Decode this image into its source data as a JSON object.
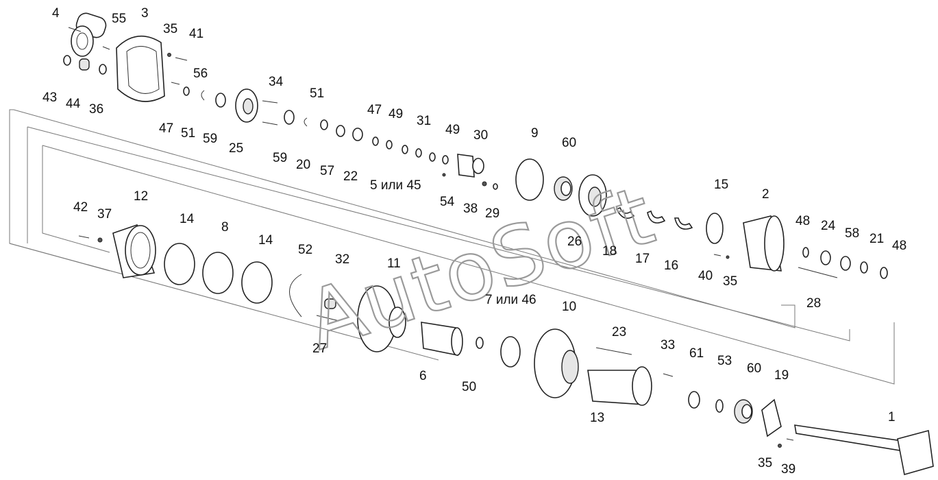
{
  "watermark": {
    "text": "AutoSoft",
    "color": "#9a9a9a"
  },
  "labels": [
    {
      "id": "p4",
      "text": "4"
    },
    {
      "id": "p55",
      "text": "55"
    },
    {
      "id": "p3",
      "text": "3"
    },
    {
      "id": "p35a",
      "text": "35"
    },
    {
      "id": "p41",
      "text": "41"
    },
    {
      "id": "p56",
      "text": "56"
    },
    {
      "id": "p43",
      "text": "43"
    },
    {
      "id": "p44",
      "text": "44"
    },
    {
      "id": "p36",
      "text": "36"
    },
    {
      "id": "p34",
      "text": "34"
    },
    {
      "id": "p51a",
      "text": "51"
    },
    {
      "id": "p47a",
      "text": "47"
    },
    {
      "id": "p51b",
      "text": "51"
    },
    {
      "id": "p59a",
      "text": "59"
    },
    {
      "id": "p25",
      "text": "25"
    },
    {
      "id": "p59b",
      "text": "59"
    },
    {
      "id": "p20",
      "text": "20"
    },
    {
      "id": "p57",
      "text": "57"
    },
    {
      "id": "p22",
      "text": "22"
    },
    {
      "id": "p47b",
      "text": "47"
    },
    {
      "id": "p49a",
      "text": "49"
    },
    {
      "id": "p31",
      "text": "31"
    },
    {
      "id": "p49b",
      "text": "49"
    },
    {
      "id": "p30",
      "text": "30"
    },
    {
      "id": "p5or45",
      "text": "5 или 45"
    },
    {
      "id": "p54",
      "text": "54"
    },
    {
      "id": "p38",
      "text": "38"
    },
    {
      "id": "p29",
      "text": "29"
    },
    {
      "id": "p9",
      "text": "9"
    },
    {
      "id": "p60a",
      "text": "60"
    },
    {
      "id": "p26",
      "text": "26"
    },
    {
      "id": "p18",
      "text": "18"
    },
    {
      "id": "p17",
      "text": "17"
    },
    {
      "id": "p16",
      "text": "16"
    },
    {
      "id": "p15",
      "text": "15"
    },
    {
      "id": "p2",
      "text": "2"
    },
    {
      "id": "p40",
      "text": "40"
    },
    {
      "id": "p35b",
      "text": "35"
    },
    {
      "id": "p48a",
      "text": "48"
    },
    {
      "id": "p24",
      "text": "24"
    },
    {
      "id": "p58",
      "text": "58"
    },
    {
      "id": "p21",
      "text": "21"
    },
    {
      "id": "p48b",
      "text": "48"
    },
    {
      "id": "p28",
      "text": "28"
    },
    {
      "id": "p42",
      "text": "42"
    },
    {
      "id": "p37",
      "text": "37"
    },
    {
      "id": "p12",
      "text": "12"
    },
    {
      "id": "p14a",
      "text": "14"
    },
    {
      "id": "p8",
      "text": "8"
    },
    {
      "id": "p14b",
      "text": "14"
    },
    {
      "id": "p52",
      "text": "52"
    },
    {
      "id": "p32",
      "text": "32"
    },
    {
      "id": "p11",
      "text": "11"
    },
    {
      "id": "p27",
      "text": "27"
    },
    {
      "id": "p7or46",
      "text": "7 или 46"
    },
    {
      "id": "p10",
      "text": "10"
    },
    {
      "id": "p6",
      "text": "6"
    },
    {
      "id": "p50",
      "text": "50"
    },
    {
      "id": "p23",
      "text": "23"
    },
    {
      "id": "p33",
      "text": "33"
    },
    {
      "id": "p61",
      "text": "61"
    },
    {
      "id": "p53",
      "text": "53"
    },
    {
      "id": "p60b",
      "text": "60"
    },
    {
      "id": "p19",
      "text": "19"
    },
    {
      "id": "p13",
      "text": "13"
    },
    {
      "id": "p1",
      "text": "1"
    },
    {
      "id": "p35c",
      "text": "35"
    },
    {
      "id": "p39",
      "text": "39"
    }
  ]
}
